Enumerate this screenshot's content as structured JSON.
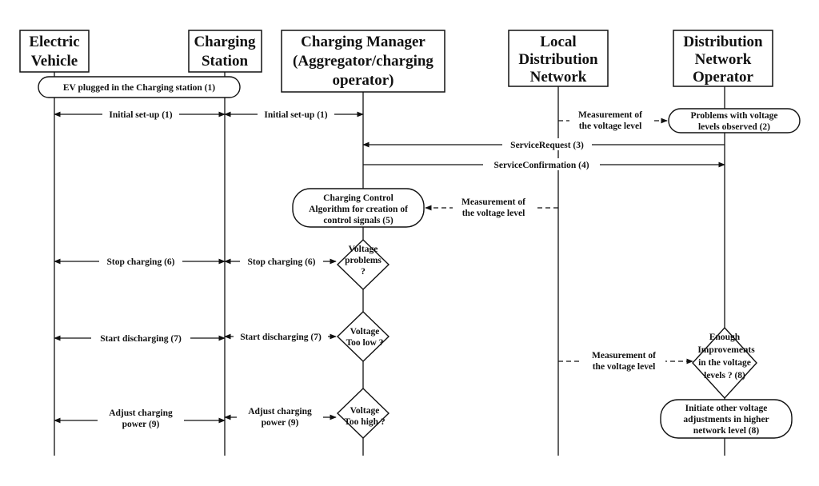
{
  "actors": {
    "ev": [
      "Electric",
      "Vehicle"
    ],
    "station": [
      "Charging",
      "Station"
    ],
    "manager": [
      "Charging Manager",
      "(Aggregator/charging",
      "operator)"
    ],
    "ldn": [
      "Local",
      "Distribution",
      "Network"
    ],
    "dno": [
      "Distribution",
      "Network",
      "Operator"
    ]
  },
  "nodes": {
    "plugged": [
      "EV plugged in the Charging station (1)"
    ],
    "problems": [
      "Problems with voltage",
      "levels observed (2)"
    ],
    "algorithm": [
      "Charging Control",
      "Algorithm for creation of",
      "control signals (5)"
    ],
    "decision_problems": [
      "Voltage",
      "problems",
      "?"
    ],
    "decision_low": [
      "Voltage",
      "Too low ?"
    ],
    "decision_high": [
      "Voltage",
      "Too high ?"
    ],
    "decision_improvements": [
      "Enough",
      "Improvements",
      "in the voltage",
      "levels ? (8)"
    ],
    "initiate": [
      "Initiate other voltage",
      "adjustments in higher",
      "network level (8)"
    ]
  },
  "messages": {
    "setup_ev": [
      "Initial set-up (1)"
    ],
    "setup_mgr": [
      "Initial set-up (1)"
    ],
    "measure_1": [
      "Measurement of",
      "the voltage level"
    ],
    "service_request": [
      "ServiceRequest (3)"
    ],
    "service_confirmation": [
      "ServiceConfirmation (4)"
    ],
    "measure_2": [
      "Measurement of",
      "the voltage level"
    ],
    "stop_ev": [
      "Stop charging (6)"
    ],
    "stop_mgr": [
      "Stop charging (6)"
    ],
    "start_ev": [
      "Start discharging (7)"
    ],
    "start_mgr": [
      "Start discharging (7)"
    ],
    "measure_3": [
      "Measurement of",
      "the voltage level"
    ],
    "adjust_ev": [
      "Adjust charging",
      "power (9)"
    ],
    "adjust_mgr": [
      "Adjust charging",
      "power (9)"
    ]
  }
}
